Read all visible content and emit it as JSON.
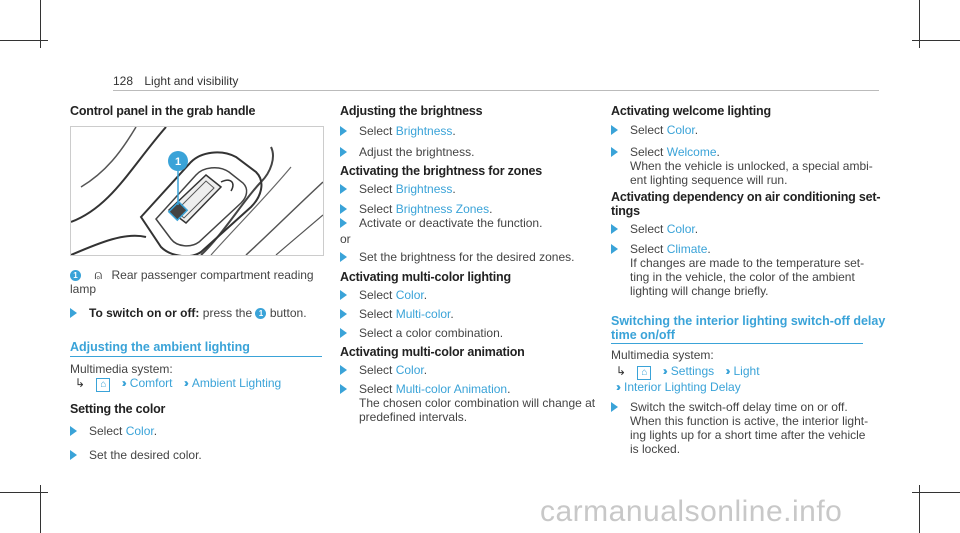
{
  "header": {
    "page_number": "128",
    "section": "Light and visibility"
  },
  "col1": {
    "title": "Control panel in the grab handle",
    "legend_num": "1",
    "legend_icon": "rear-lamp-icon",
    "legend_line1": "Rear passenger compartment reading",
    "legend_line2": "lamp",
    "switch_bold": "To switch on or off:",
    "switch_pre": "press the",
    "switch_num": "1",
    "switch_post": "button.",
    "section2_title": "Adjusting the ambient lighting",
    "multimedia_label": "Multimedia system:",
    "nav_comfort": "Comfort",
    "nav_ambient": "Ambient Lighting",
    "setting_color_title": "Setting the color",
    "step1_pre": "Select",
    "step1_link": "Color",
    "step2": "Set the desired color."
  },
  "col2": {
    "title1": "Adjusting the brightness",
    "s1_pre": "Select",
    "s1_link": "Brightness",
    "s2": "Adjust the brightness.",
    "title2": "Activating the brightness for zones",
    "s3_pre": "Select",
    "s3_link": "Brightness",
    "s4_pre": "Select",
    "s4_link": "Brightness Zones",
    "s5": "Activate or deactivate the function.",
    "or": "or",
    "s6": "Set the brightness for the desired zones.",
    "title3": "Activating multi-color lighting",
    "s7_pre": "Select",
    "s7_link": "Color",
    "s8_pre": "Select",
    "s8_link": "Multi-color",
    "s9": "Select a color combination.",
    "title4": "Activating multi-color animation",
    "s10_pre": "Select",
    "s10_link": "Color",
    "s11_pre": "Select",
    "s11_link": "Multi-color Animation",
    "s11_line2": "The chosen color combination will change at",
    "s11_line3": "predefined intervals."
  },
  "col3": {
    "title1": "Activating welcome lighting",
    "s1_pre": "Select",
    "s1_link": "Color",
    "s2_pre": "Select",
    "s2_link": "Welcome",
    "s2_line2": "When the vehicle is unlocked, a special ambi-",
    "s2_line3": "ent lighting sequence will run.",
    "title2_line1": "Activating dependency on air conditioning set-",
    "title2_line2": "tings",
    "s3_pre": "Select",
    "s3_link": "Color",
    "s4_pre": "Select",
    "s4_link": "Climate",
    "s4_line2": "If changes are made to the temperature set-",
    "s4_line3": "ting in the vehicle, the color of the ambient",
    "s4_line4": "lighting will change briefly.",
    "title3_line1": "Switching the interior lighting switch-off delay",
    "title3_line2": "time on/off",
    "multimedia_label": "Multimedia system:",
    "nav_settings": "Settings",
    "nav_light": "Light",
    "nav_interior": "Interior Lighting Delay",
    "s5_line1": "Switch the switch-off delay time on or off.",
    "s5_line2": "When this function is active, the interior light-",
    "s5_line3": "ing lights up for a short time after the vehicle",
    "s5_line4": "is locked."
  },
  "footer": {
    "watermark": "carmanualsonline.info"
  },
  "colors": {
    "accent": "#3aa3d8",
    "text": "#444444"
  }
}
